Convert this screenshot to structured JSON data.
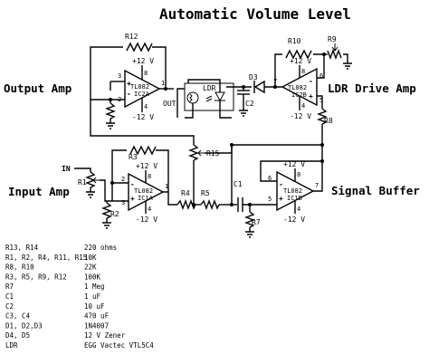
{
  "title": "Automatic Volume Level",
  "sections": {
    "output_amp": "Output Amp",
    "ldr_drive_amp": "LDR Drive Amp",
    "input_amp": "Input Amp",
    "signal_buffer": "Signal Buffer"
  },
  "labels": {
    "r12": "R12",
    "r10": "R10",
    "r9": "R9",
    "r8": "R8",
    "r15": "R15",
    "r3": "R3",
    "r1": "R1",
    "r2": "R2",
    "r4": "R4",
    "r5": "R5",
    "r7": "R7",
    "c1": "C1",
    "c2": "C2",
    "d3": "D3",
    "ldr": "LDR",
    "in": "IN",
    "out": "OUT",
    "vpos": "+12 V",
    "vneg": "-12 V",
    "tl082": "TL082",
    "ic2a": "IC2A",
    "ic2b": "IC2B",
    "ic1a": "IC1A",
    "ic1b": "IC1B",
    "plus": "+",
    "minus": "-"
  },
  "pins": {
    "ic2a": {
      "top": "3",
      "bottom": "2",
      "out": "1",
      "v": "8",
      "g": "4"
    },
    "ic2b": {
      "top": "6",
      "bottom": "5",
      "out": "7",
      "v": "8",
      "g": "4"
    },
    "ic1a": {
      "top": "2",
      "bottom": "3",
      "out": "1",
      "v": "8",
      "g": "4"
    },
    "ic1b": {
      "top": "6",
      "bottom": "5",
      "out": "7",
      "v": "8",
      "g": "4"
    }
  },
  "parts_list": [
    {
      "ref": "R13, R14",
      "value": "220 ohms"
    },
    {
      "ref": "R1, R2, R4, R11, R15",
      "value": "10K"
    },
    {
      "ref": "R8, R10",
      "value": "22K"
    },
    {
      "ref": "R3, R5, R9, R12",
      "value": "100K"
    },
    {
      "ref": "R7",
      "value": "1 Meg"
    },
    {
      "ref": "C1",
      "value": "1 uF"
    },
    {
      "ref": "C2",
      "value": "10 uF"
    },
    {
      "ref": "C3, C4",
      "value": "470 uF"
    },
    {
      "ref": "D1, D2,D3",
      "value": "1N4007"
    },
    {
      "ref": "D4, D5",
      "value": "12 V Zener"
    },
    {
      "ref": "LDR",
      "value": "EGG Vactec   VTL5C4"
    }
  ]
}
